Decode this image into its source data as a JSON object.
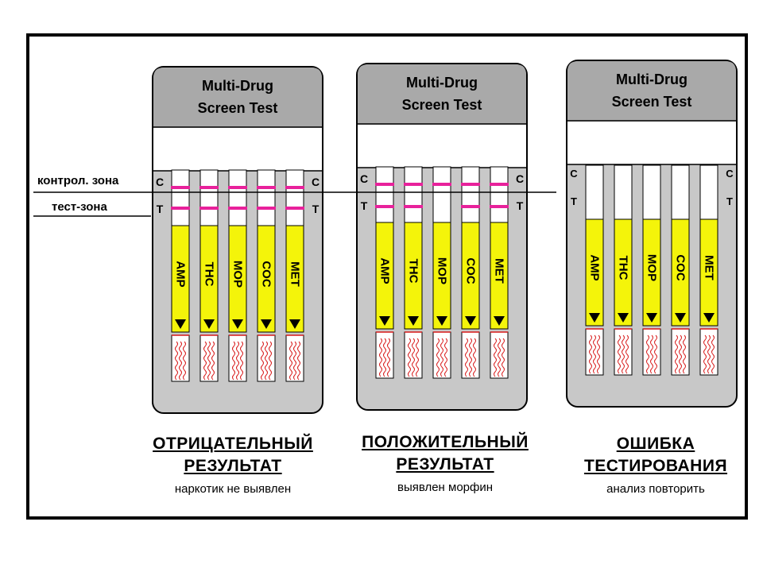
{
  "zone_labels": {
    "control": "контрол. зона",
    "test": "тест-зона"
  },
  "cassettes": [
    {
      "header": [
        "Multi-Drug",
        "Screen Test"
      ],
      "result_title": [
        "ОТРИЦАТЕЛЬНЫЙ",
        "РЕЗУЛЬТАТ"
      ],
      "result_subtitle": "наркотик не выявлен",
      "strips": [
        {
          "drug": "AMP",
          "c_line": true,
          "t_line": true
        },
        {
          "drug": "THC",
          "c_line": true,
          "t_line": true
        },
        {
          "drug": "MOP",
          "c_line": true,
          "t_line": true
        },
        {
          "drug": "COC",
          "c_line": true,
          "t_line": true
        },
        {
          "drug": "MET",
          "c_line": true,
          "t_line": true
        }
      ]
    },
    {
      "header": [
        "Multi-Drug",
        "Screen Test"
      ],
      "result_title": [
        "ПОЛОЖИТЕЛЬНЫЙ",
        "РЕЗУЛЬТАТ"
      ],
      "result_subtitle": "выявлен морфин",
      "strips": [
        {
          "drug": "AMP",
          "c_line": true,
          "t_line": true
        },
        {
          "drug": "THC",
          "c_line": true,
          "t_line": true
        },
        {
          "drug": "MOP",
          "c_line": true,
          "t_line": false
        },
        {
          "drug": "COC",
          "c_line": true,
          "t_line": true
        },
        {
          "drug": "MET",
          "c_line": true,
          "t_line": true
        }
      ]
    },
    {
      "header": [
        "Multi-Drug",
        "Screen Test"
      ],
      "result_title": [
        "ОШИБКА",
        "ТЕСТИРОВАНИЯ"
      ],
      "result_subtitle": "анализ повторить",
      "strips": [
        {
          "drug": "AMP",
          "c_line": false,
          "t_line": false
        },
        {
          "drug": "THC",
          "c_line": false,
          "t_line": false
        },
        {
          "drug": "MOP",
          "c_line": false,
          "t_line": false
        },
        {
          "drug": "COC",
          "c_line": false,
          "t_line": false
        },
        {
          "drug": "MET",
          "c_line": false,
          "t_line": false
        }
      ]
    }
  ],
  "cassette_marks": {
    "c": "C",
    "t": "T"
  },
  "colors": {
    "cassette_body": "#c8c8c8",
    "header": "#a9a9a9",
    "line_magenta": "#e8219b",
    "reagent_yellow": "#f4f40a",
    "wave_red": "#d81818",
    "ref_line": "#000000"
  }
}
